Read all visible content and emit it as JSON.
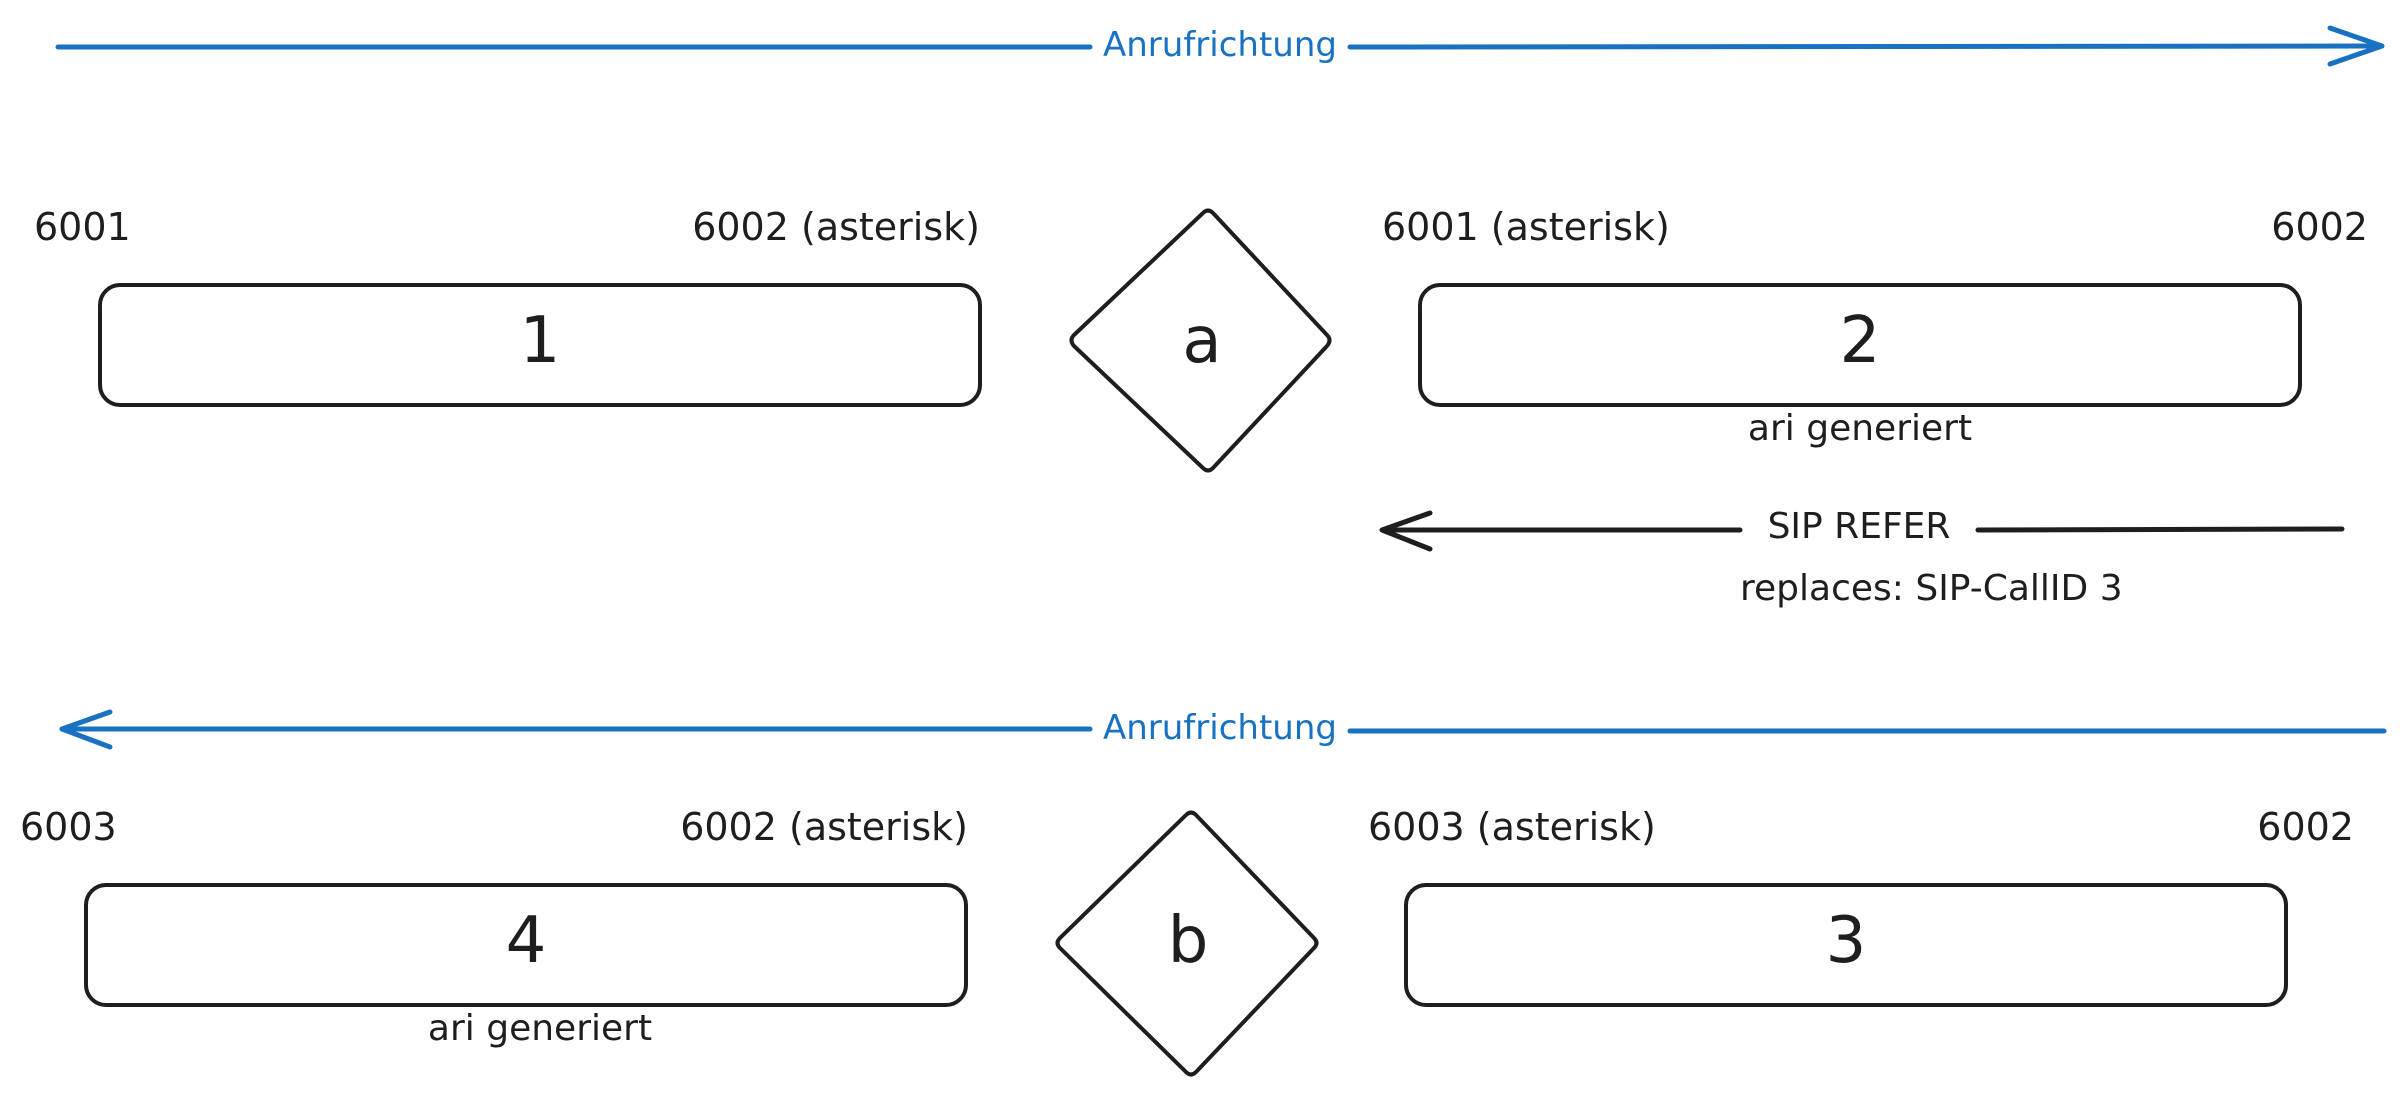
{
  "colors": {
    "accent": "#1971c2",
    "ink": "#1e1e1e",
    "background": "#ffffff"
  },
  "top_arrow": {
    "label": "Anrufrichtung",
    "direction": "right"
  },
  "middle_arrow": {
    "label": "Anrufrichtung",
    "direction": "left"
  },
  "row_a": {
    "left_box": {
      "left_label": "6001",
      "right_label": "6002 (asterisk)",
      "number": "1",
      "note": ""
    },
    "diamond": "a",
    "right_box": {
      "left_label": "6001 (asterisk)",
      "right_label": "6002",
      "number": "2",
      "note": "ari generiert"
    }
  },
  "refer": {
    "label": "SIP REFER",
    "detail": "replaces: SIP-CallID 3",
    "direction": "left"
  },
  "row_b": {
    "left_box": {
      "left_label": "6003",
      "right_label": "6002 (asterisk)",
      "number": "4",
      "note": "ari generiert"
    },
    "diamond": "b",
    "right_box": {
      "left_label": "6003 (asterisk)",
      "right_label": "6002",
      "number": "3",
      "note": ""
    }
  }
}
